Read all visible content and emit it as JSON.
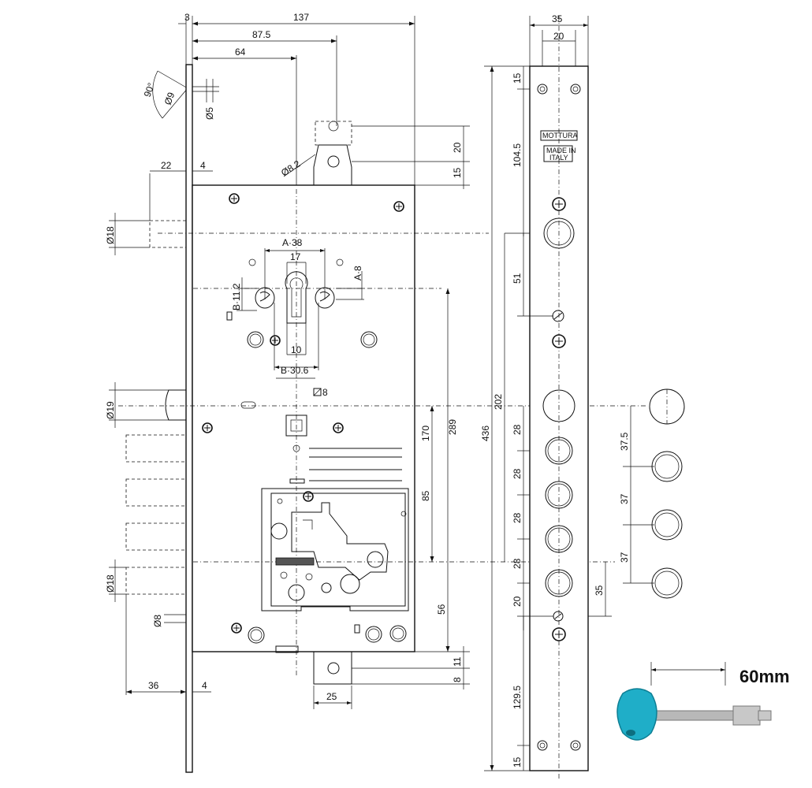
{
  "dimensions": {
    "top": [
      "3",
      "137",
      "87.5",
      "64"
    ],
    "follower": [
      "90°",
      "Ø9",
      "Ø5"
    ],
    "spindle_hole": "Ø8.2",
    "left_side": [
      "22",
      "4",
      "Ø18",
      "Ø19",
      "Ø18",
      "Ø8",
      "36",
      "4"
    ],
    "cylinder": [
      "A·38",
      "17",
      "A·8",
      "B·11.2",
      "10",
      "B·30.6"
    ],
    "square": "8",
    "right_body": [
      "20",
      "15",
      "170",
      "289",
      "85",
      "56",
      "11",
      "8"
    ],
    "bottom": "25",
    "total": "436",
    "faceplate_vertical": [
      "15",
      "104.5",
      "51",
      "202",
      "28",
      "28",
      "28",
      "28",
      "20",
      "35",
      "129.5",
      "15"
    ],
    "faceplate_top": [
      "35",
      "20"
    ],
    "bolts_right": [
      "37.5",
      "37",
      "37"
    ]
  },
  "faceplate": {
    "brand": "MOTTURA",
    "made_in_1": "MADE IN",
    "made_in_2": "ITALY"
  },
  "key": {
    "length_label": "60mm",
    "bow_color": "#1faec8"
  }
}
